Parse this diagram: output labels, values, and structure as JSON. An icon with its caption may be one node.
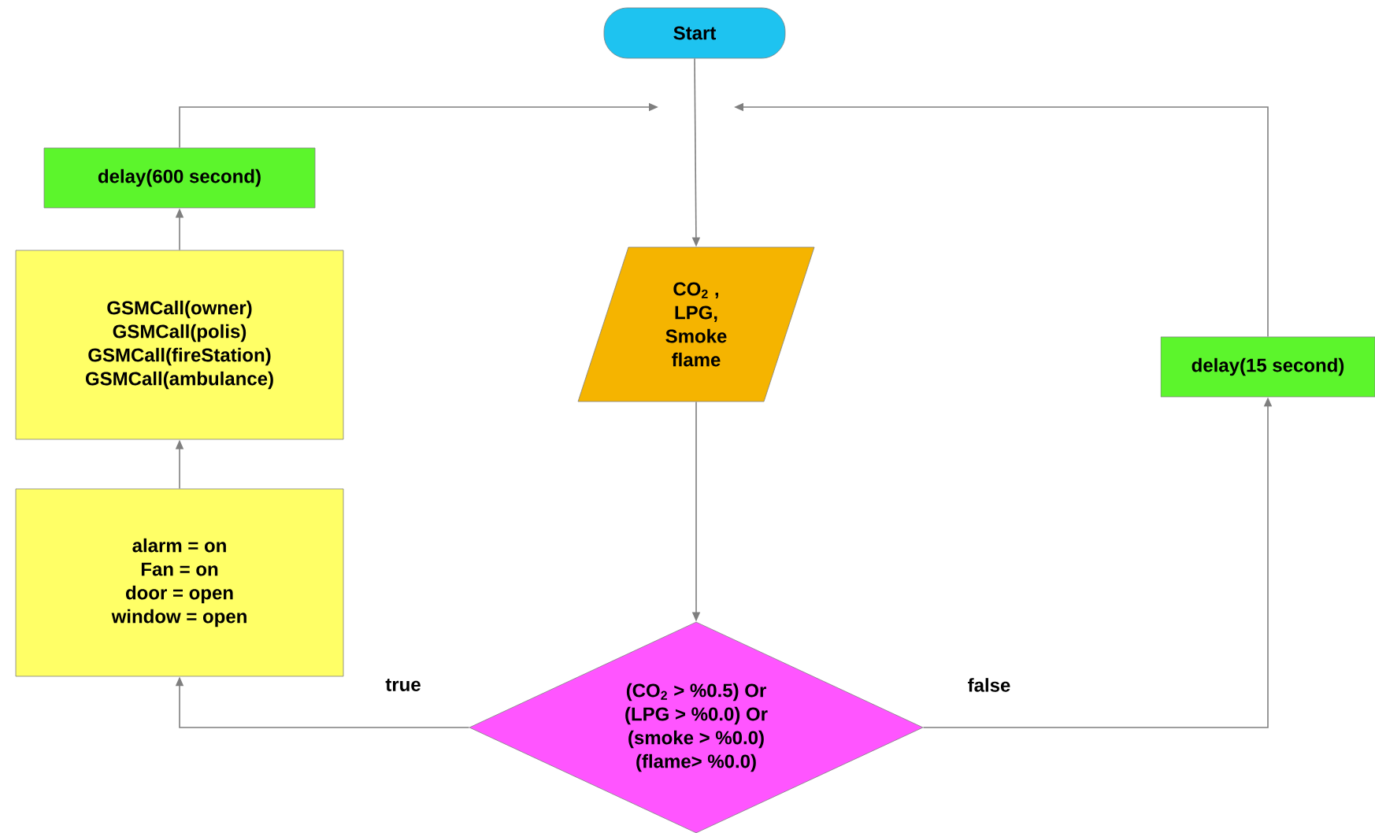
{
  "diagram": {
    "nodes": [
      {
        "text": [
          "Start"
        ]
      },
      {
        "text": [
          "CO$_{2}$ ,",
          "LPG,",
          "Smoke",
          "flame"
        ]
      },
      {
        "text": [
          "(CO$_{2}$ > %0.5) Or",
          "(LPG > %0.0) Or",
          "(smoke > %0.0)",
          "(flame> %0.0)"
        ]
      },
      {
        "text": [
          "alarm = on",
          "Fan = on",
          "door =  open",
          "window = open"
        ]
      },
      {
        "text": [
          "GSMCall(owner)",
          "GSMCall(polis)",
          "GSMCall(fireStation)",
          "GSMCall(ambulance)"
        ]
      },
      {
        "text": [
          "delay(600 second)"
        ]
      },
      {
        "text": [
          "delay(15 second)"
        ]
      }
    ],
    "edges": [
      {
        "from": 0,
        "to": 1,
        "arrow": "to"
      },
      {
        "from": 1,
        "to": 2,
        "arrow": "to"
      },
      {
        "from": 2,
        "to": 3,
        "arrow": "to",
        "label": "true"
      },
      {
        "from": 3,
        "to": 4,
        "arrow": "to"
      },
      {
        "from": 4,
        "to": 5,
        "arrow": "to"
      },
      {
        "from": 5,
        "to": null,
        "arrow": "to"
      },
      {
        "from": 2,
        "to": 6,
        "arrow": "to",
        "label": "false"
      },
      {
        "from": 6,
        "to": null,
        "arrow": "to"
      }
    ]
  }
}
